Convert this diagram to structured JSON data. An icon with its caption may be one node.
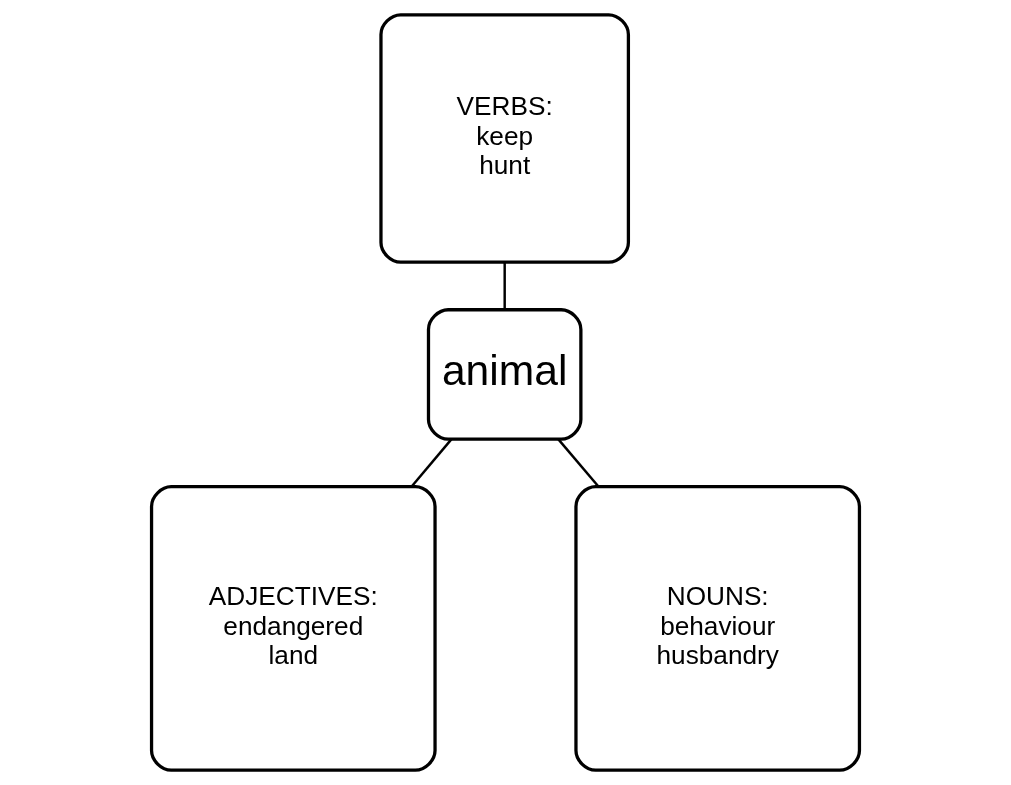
{
  "diagram": {
    "nodes": [
      {
        "text": [
          "VERBS:",
          "keep",
          "hunt"
        ]
      },
      {
        "text": [
          "animal"
        ]
      },
      {
        "text": [
          "ADJECTIVES:",
          "endangered",
          "land"
        ]
      },
      {
        "text": [
          "NOUNS:",
          "behaviour",
          "husbandry"
        ]
      }
    ],
    "edges": [
      {
        "from": 0,
        "to": 1,
        "arrow": "none"
      },
      {
        "from": 1,
        "to": 2,
        "arrow": "none"
      },
      {
        "from": 1,
        "to": 3,
        "arrow": "none"
      }
    ]
  }
}
